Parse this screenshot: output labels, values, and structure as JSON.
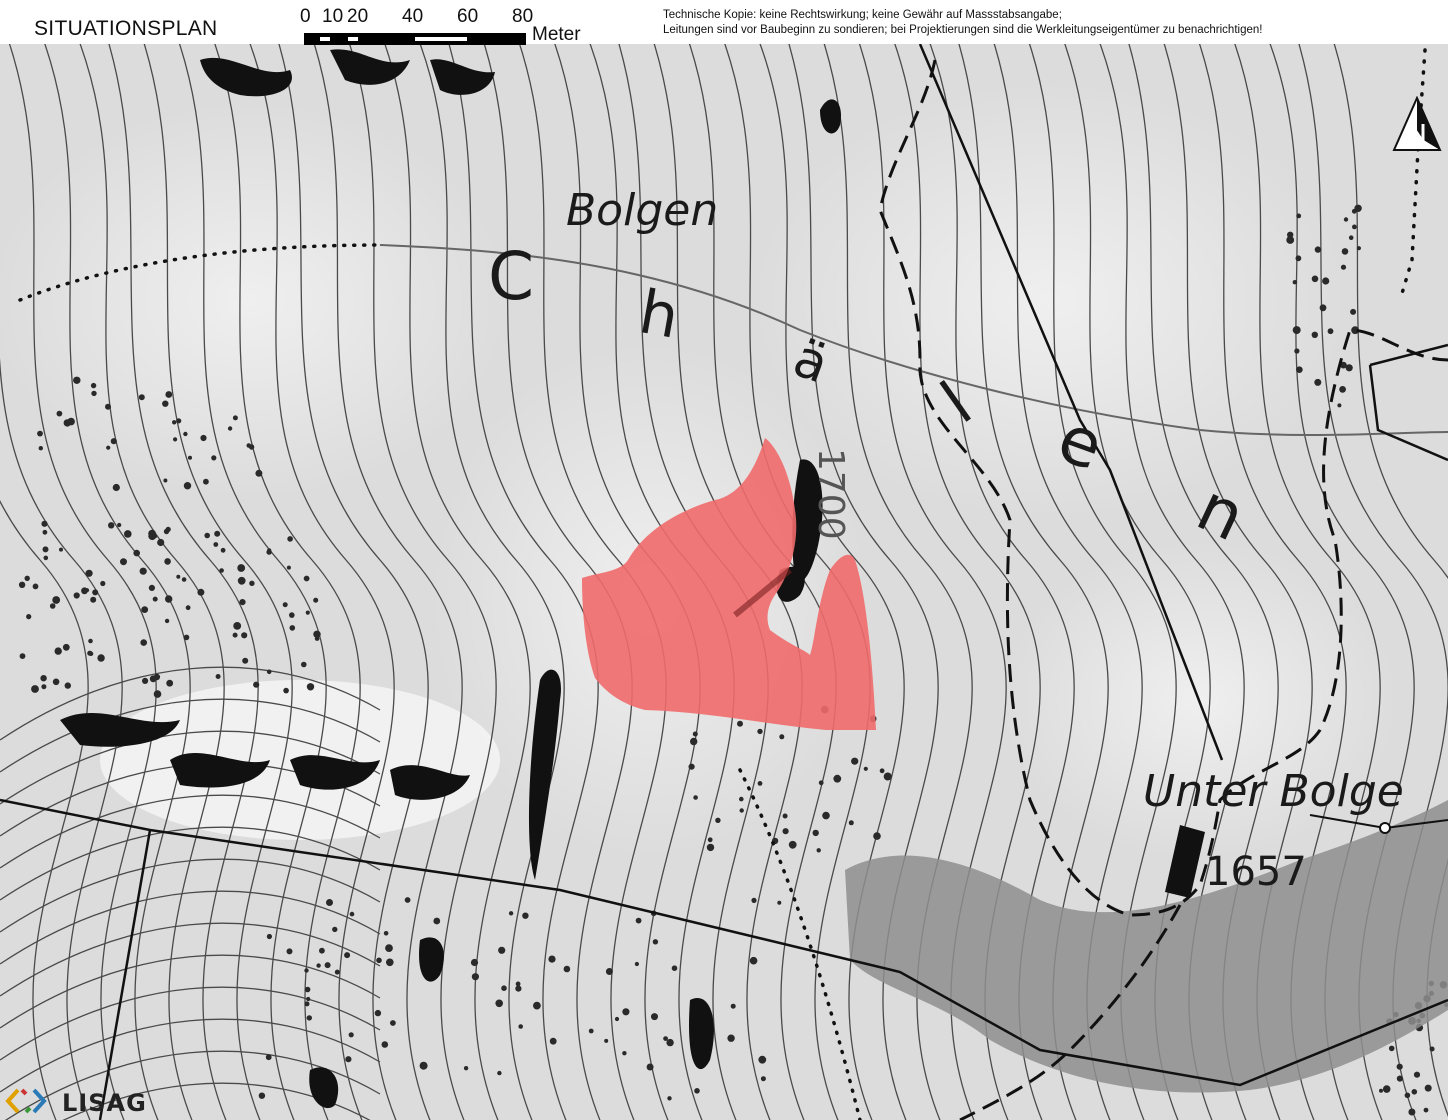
{
  "header": {
    "title": "SITUATIONSPLAN",
    "scale": {
      "ticks": [
        "0",
        "10",
        "20",
        "40",
        "60",
        "80"
      ],
      "unit": "Meter"
    },
    "disclaimer_line1": "Technische Kopie: keine Rechtswirkung; keine Gewähr auf Massstabsangabe;",
    "disclaimer_line2": "Leitungen sind vor Baubeginn zu sondieren; bei Projektierungen sind die Werkleitungseigentümer zu benachrichtigen!"
  },
  "map": {
    "place_labels": {
      "bolgen": "Bolgen",
      "unter_bolgen": "Unter Bolge",
      "valley_letters": [
        "C",
        "h",
        "ä",
        "l",
        "e",
        "n"
      ]
    },
    "elevations": {
      "contour": "1700",
      "spot_height": "1657"
    },
    "highlight_color": "#f06a6a",
    "shadow_color": "#8e8e8e",
    "north_icon": "north-arrow-icon"
  },
  "logo": {
    "text": "LISAG",
    "icon": "lisag-logo-icon"
  }
}
